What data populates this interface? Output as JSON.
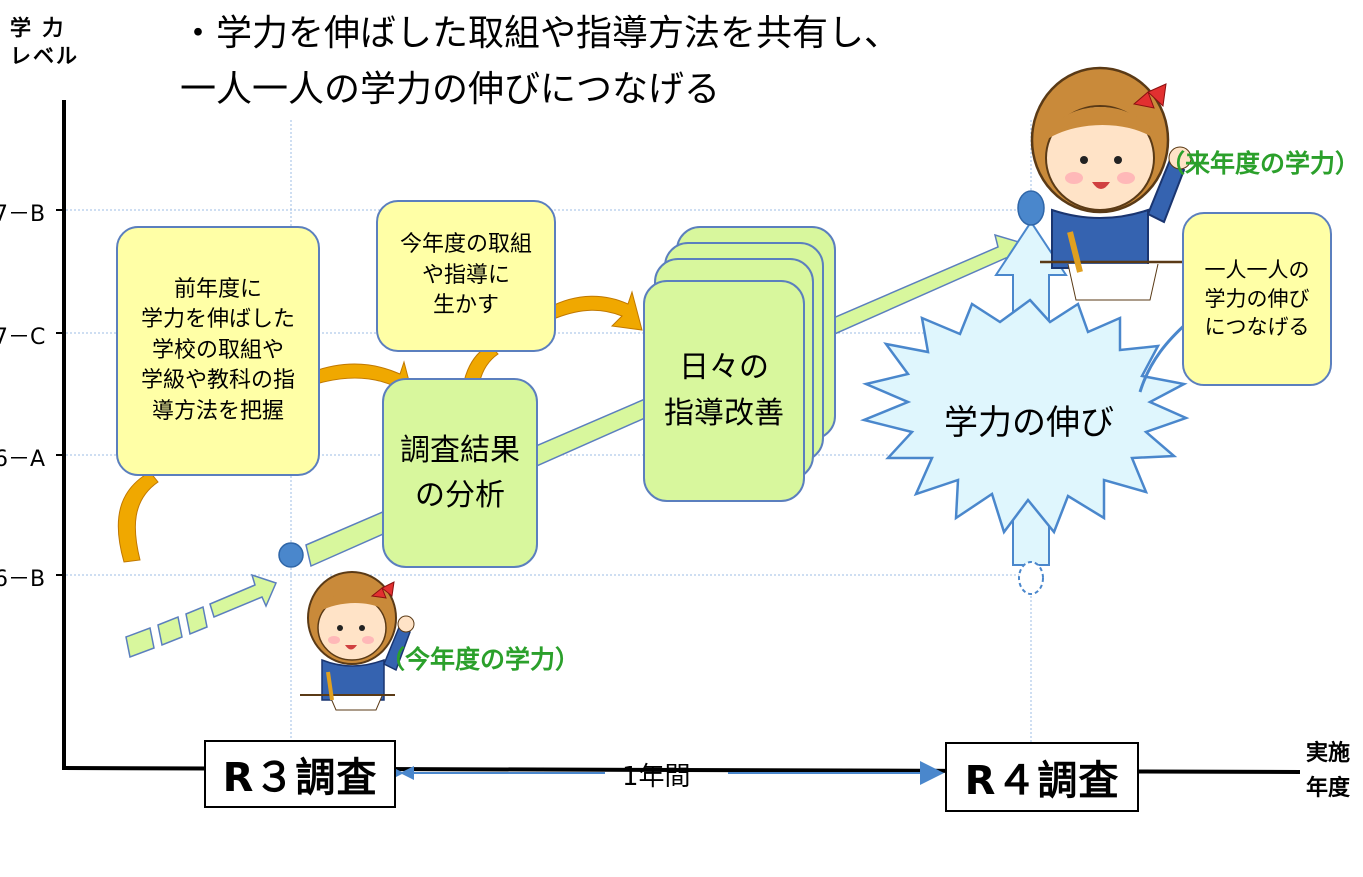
{
  "axes": {
    "y_title_line1": "学 力",
    "y_title_line2": "レベル",
    "x_title_line1": "実施",
    "x_title_line2": "年度",
    "y_levels": [
      "7－B",
      "7－C",
      "6－A",
      "6－B"
    ]
  },
  "heading": {
    "line1": "・学力を伸ばした取組や指導方法を共有し、",
    "line2": "一人一人の学力の伸びにつなげる"
  },
  "boxes": {
    "previous_year": "前年度に\n学力を伸ばした\n学校の取組や\n学級や教科の指\n導方法を把握",
    "apply": "今年度の取組\nや指導に\n生かす",
    "analysis": "調査結果\nの分析",
    "daily": "日々の\n指導改善",
    "growth": "学力の伸び",
    "individual": "一人一人の\n学力の伸び\nにつなげる"
  },
  "labels": {
    "this_year": "（今年度の学力）",
    "next_year": "（来年度の学力）"
  },
  "bottom": {
    "r3": "R３調査",
    "r4": "R４調査",
    "period": "1年間"
  },
  "colors": {
    "note_fill": "#ffffa6",
    "green_fill": "#d8f79d",
    "burst_fill": "#dff6fd",
    "outline": "#5b7fbe",
    "dot": "#4a87cc",
    "orange_arrow": "#f0a800",
    "label_green": "#2ba02b"
  }
}
